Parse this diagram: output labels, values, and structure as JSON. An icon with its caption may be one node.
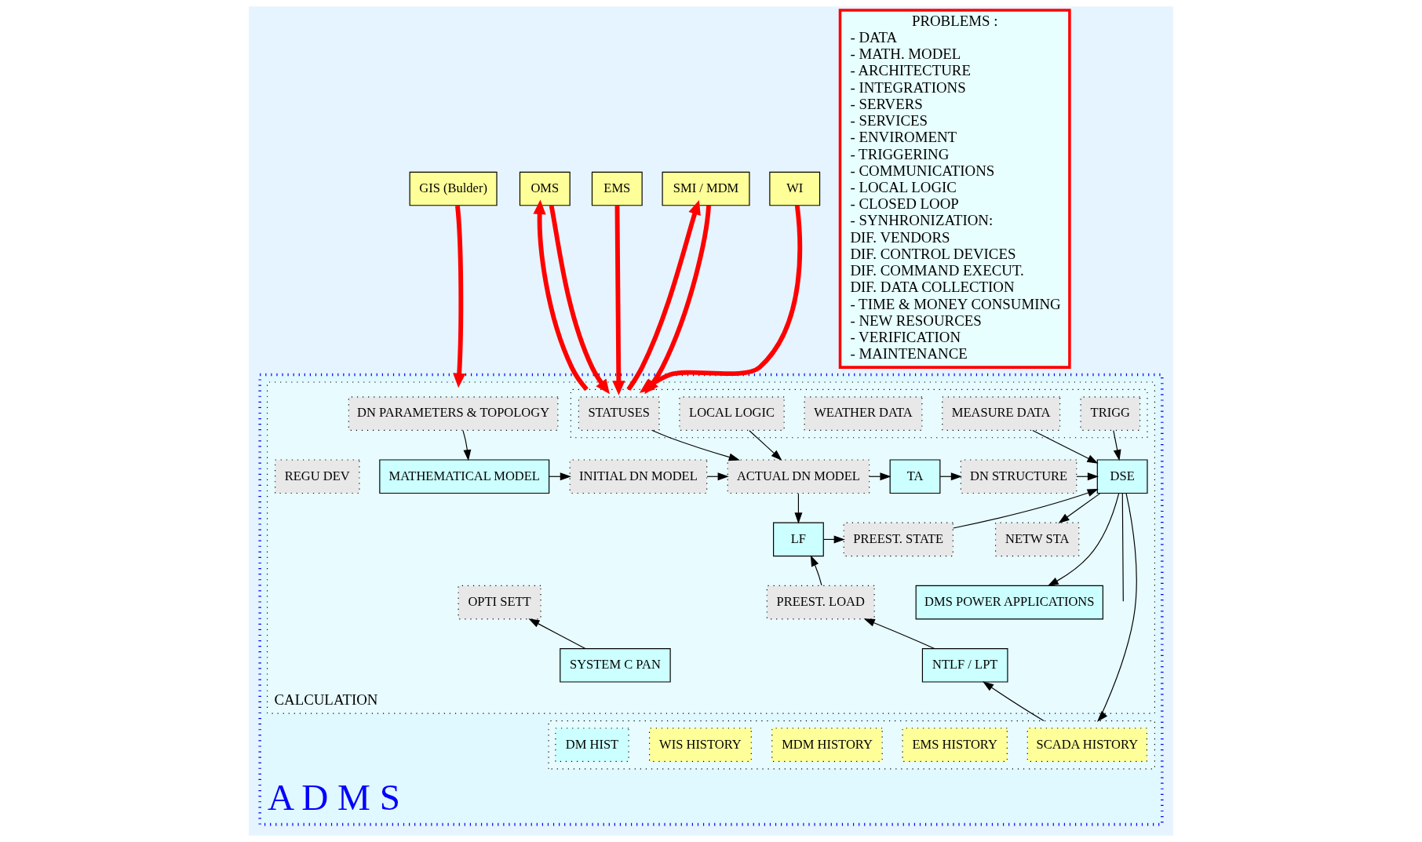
{
  "diagram": {
    "nodes": [
      {
        "text": [
          "GIS (Bulder)"
        ]
      },
      {
        "text": [
          "OMS"
        ]
      },
      {
        "text": [
          "EMS"
        ]
      },
      {
        "text": [
          "SMI / MDM"
        ]
      },
      {
        "text": [
          "WI"
        ]
      },
      {
        "text": [
          "PROBLEMS :",
          "- DATA",
          "- MATH. MODEL",
          "- ARCHITECTURE",
          "- INTEGRATIONS",
          "- SERVERS",
          "- SERVICES",
          "- ENVIROMENT",
          "- TRIGGERING",
          "- COMMUNICATIONS",
          "- LOCAL LOGIC",
          "- CLOSED LOOP",
          "- SYNHRONIZATION:",
          "DIF. VENDORS",
          "DIF. CONTROL DEVICES",
          "DIF. COMMAND EXECUT.",
          "DIF. DATA COLLECTION",
          "- TIME & MONEY CONSUMING",
          "- NEW RESOURCES",
          "- VERIFICATION",
          "- MAINTENANCE"
        ]
      },
      {
        "text": [
          "A D M S"
        ]
      },
      {
        "text": [
          "CALCULATION"
        ],
        "in": 6
      },
      {
        "text": [
          "DN PARAMETERS & TOPOLOGY"
        ],
        "in": 7
      },
      {
        "text": [],
        "shape": "box",
        "in": 7
      },
      {
        "text": [
          "STATUSES"
        ],
        "in": 9
      },
      {
        "text": [
          "LOCAL LOGIC"
        ],
        "in": 9
      },
      {
        "text": [
          "WEATHER DATA"
        ],
        "in": 9
      },
      {
        "text": [
          "MEASURE DATA"
        ],
        "in": 9
      },
      {
        "text": [
          "TRIGG"
        ],
        "in": 9
      },
      {
        "text": [
          "MATHEMATICAL MODEL"
        ],
        "in": 7
      },
      {
        "text": [
          "INITIAL DN MODEL"
        ],
        "in": 7
      },
      {
        "text": [
          "ACTUAL DN MODEL"
        ],
        "in": 7
      },
      {
        "text": [
          "TA"
        ],
        "in": 7
      },
      {
        "text": [
          "LF"
        ],
        "in": 7
      },
      {
        "text": [
          "DN STRUCTURE"
        ],
        "in": 7
      },
      {
        "text": [
          "PREEST. STATE"
        ],
        "in": 7
      },
      {
        "text": [
          "DSE"
        ],
        "in": 7
      },
      {
        "text": [
          "REGU DEV"
        ],
        "in": 7
      },
      {
        "text": [
          "NETW STA"
        ],
        "in": 7
      },
      {
        "text": [
          "OPTI SETT"
        ],
        "in": 7
      },
      {
        "text": [
          "PREEST. LOAD"
        ],
        "in": 7
      },
      {
        "text": [
          "NTLF / LPT"
        ],
        "in": 7
      },
      {
        "text": [
          "DMS POWER APPLICATIONS"
        ],
        "in": 7
      },
      {
        "text": [
          "SYSTEM C PAN"
        ],
        "in": 7
      },
      {
        "text": [],
        "shape": "box",
        "in": 6
      },
      {
        "text": [
          "SCADA HISTORY"
        ],
        "in": 30
      },
      {
        "text": [
          "EMS HISTORY"
        ],
        "in": 30
      },
      {
        "text": [
          "MDM HISTORY"
        ],
        "in": 30
      },
      {
        "text": [
          "WIS HISTORY"
        ],
        "in": 30
      },
      {
        "text": [
          "DM HIST"
        ],
        "in": 30
      }
    ],
    "edges": [
      {
        "from": 0,
        "to": 7,
        "arrow": "to",
        "style": "thick",
        "color": "#ff0000"
      },
      {
        "from": 1,
        "to": 9,
        "arrow": "to",
        "style": "thick",
        "color": "#ff0000"
      },
      {
        "from": 9,
        "to": 1,
        "arrow": "to",
        "style": "thick",
        "color": "#ff0000"
      },
      {
        "from": 2,
        "to": 9,
        "arrow": "to",
        "style": "thick",
        "color": "#ff0000"
      },
      {
        "from": 3,
        "to": 9,
        "arrow": "to",
        "style": "thick",
        "color": "#ff0000"
      },
      {
        "from": 9,
        "to": 3,
        "arrow": "to",
        "style": "thick",
        "color": "#ff0000"
      },
      {
        "from": 4,
        "to": 9,
        "arrow": "to",
        "style": "thick",
        "color": "#ff0000"
      },
      {
        "from": 8,
        "to": 15,
        "arrow": "to"
      },
      {
        "from": 10,
        "to": 17,
        "arrow": "to"
      },
      {
        "from": 11,
        "to": 17,
        "arrow": "to"
      },
      {
        "from": 13,
        "to": 22,
        "arrow": "to"
      },
      {
        "from": 14,
        "to": 22,
        "arrow": "to"
      },
      {
        "from": 15,
        "to": 16,
        "arrow": "to"
      },
      {
        "from": 16,
        "to": 17,
        "arrow": "to"
      },
      {
        "from": 17,
        "to": 18,
        "arrow": "to"
      },
      {
        "from": 17,
        "to": 19,
        "arrow": "to"
      },
      {
        "from": 18,
        "to": 20,
        "arrow": "to"
      },
      {
        "from": 19,
        "to": 21,
        "arrow": "to"
      },
      {
        "from": 20,
        "to": 22,
        "arrow": "to"
      },
      {
        "from": 21,
        "to": 22,
        "arrow": "to"
      },
      {
        "from": 22,
        "to": 24,
        "arrow": "to"
      },
      {
        "from": 22,
        "to": 28,
        "arrow": "to"
      },
      {
        "from": 22,
        "to": 30,
        "arrow": "to"
      },
      {
        "from": 22,
        "to": null,
        "arrow": "none"
      },
      {
        "from": 29,
        "to": 25,
        "arrow": "to"
      },
      {
        "from": 26,
        "to": 19,
        "arrow": "to"
      },
      {
        "from": 27,
        "to": 26,
        "arrow": "to"
      },
      {
        "from": 30,
        "to": 27,
        "arrow": "to"
      }
    ]
  }
}
